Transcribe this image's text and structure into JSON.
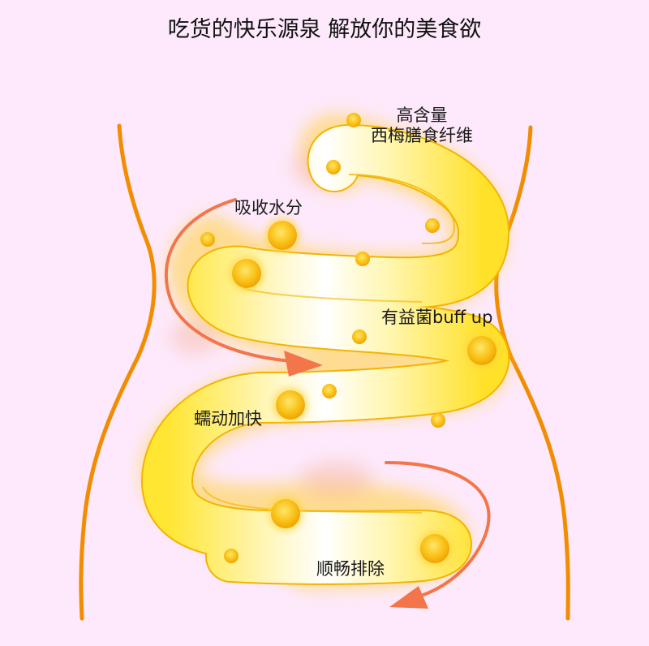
{
  "title": "吃货的快乐源泉 解放你的美食欲",
  "labels": {
    "fiber_line1": "高含量",
    "fiber_line2": "西梅膳食纤维",
    "absorb": "吸收水分",
    "probiotic": "有益菌buff up",
    "peristalsis": "蠕动加快",
    "excretion": "顺畅排除"
  },
  "colors": {
    "background": "#fde9fb",
    "body_outline": "#f28c00",
    "intestine_fill": "#ffe94a",
    "intestine_stroke": "#f3b400",
    "particle": "#f5b400",
    "arrow": "#f2764a"
  }
}
